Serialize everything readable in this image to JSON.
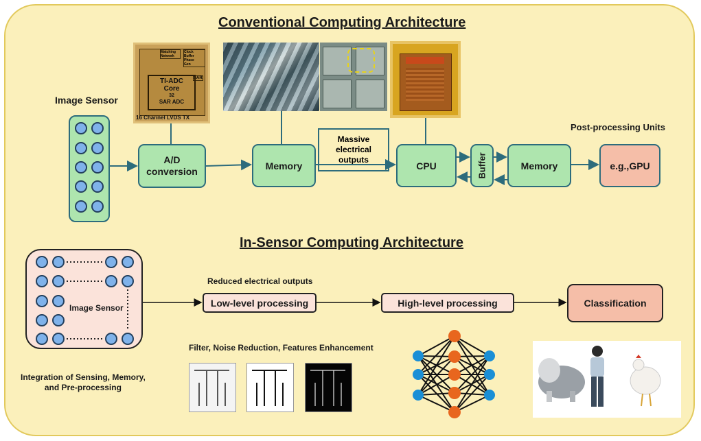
{
  "conventional": {
    "title": "Conventional Computing Architecture",
    "image_sensor_label": "Image Sensor",
    "ad_label": "A/D\nconversion",
    "memory1_label": "Memory",
    "massive_label": "Massive\nelectrical\noutputs",
    "cpu_label": "CPU",
    "buffer_label": "Buffer",
    "memory2_label": "Memory",
    "post_label": "Post-processing Units",
    "gpu_label": "e.g.,GPU",
    "adc_chip": {
      "line1": "TI-ADC",
      "line2": "Core",
      "line3": "32",
      "line4": "SAR ADC",
      "footer": "16 Channel LVDS TX",
      "tl": "Matching\nNetwork",
      "tr": "Clock\nBuffer\nPhase\nGen",
      "sar": "SAR"
    }
  },
  "insensor": {
    "title": "In-Sensor Computing Architecture",
    "image_sensor_label": "Image Sensor",
    "reduced_label": "Reduced electrical outputs",
    "low_label": "Low-level processing",
    "high_label": "High-level processing",
    "class_label": "Classification",
    "filter_label": "Filter, Noise Reduction, Features Enhancement",
    "integration_label": "Integration of Sensing, Memory,\nand Pre-processing"
  },
  "colors": {
    "panel_bg": "#fbf0bb",
    "panel_border": "#e2c95c",
    "green_box": "#aee5ae",
    "box_border": "#2d6c7c",
    "pink_box": "#fbe3da",
    "salmon_box": "#f5bea8",
    "dot_fill": "#7fb2ea",
    "nn_blue": "#1a8fd6",
    "nn_orange": "#e8661e"
  }
}
